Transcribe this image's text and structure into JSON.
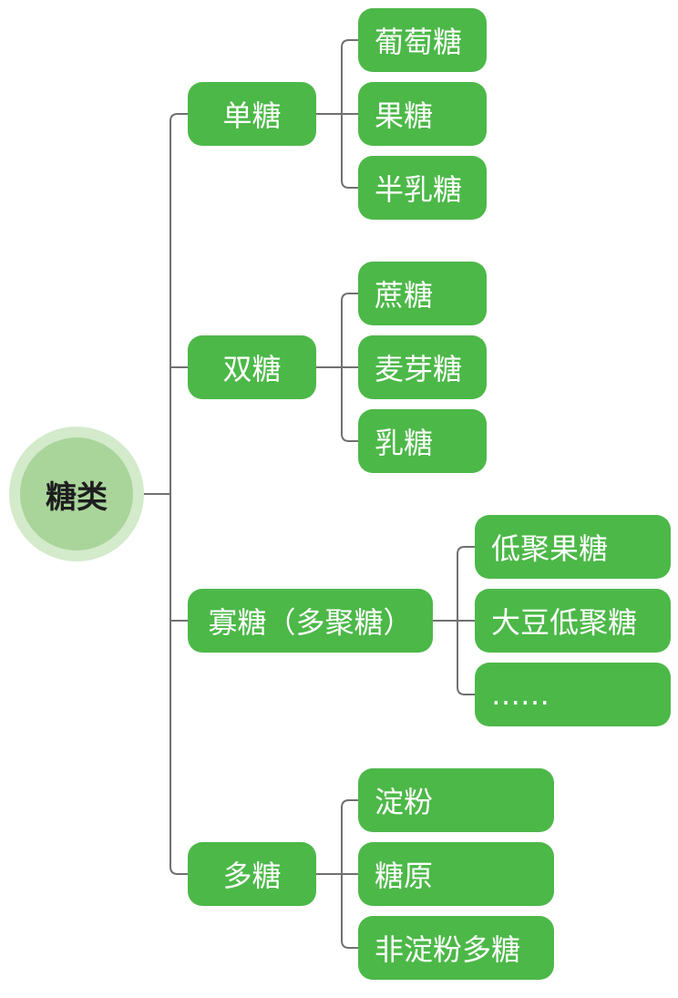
{
  "colors": {
    "node": "#4cb848",
    "root_inner": "#a9d59b",
    "root_outer": "#d3eacb",
    "line": "#707070"
  },
  "root": "糖类",
  "branches": [
    {
      "label": "单糖",
      "children": [
        "葡萄糖",
        "果糖",
        "半乳糖"
      ]
    },
    {
      "label": "双糖",
      "children": [
        "蔗糖",
        "麦芽糖",
        "乳糖"
      ]
    },
    {
      "label": "寡糖（多聚糖）",
      "children": [
        "低聚果糖",
        "大豆低聚糖",
        "……"
      ]
    },
    {
      "label": "多糖",
      "children": [
        "淀粉",
        "糖原",
        "非淀粉多糖"
      ]
    }
  ]
}
